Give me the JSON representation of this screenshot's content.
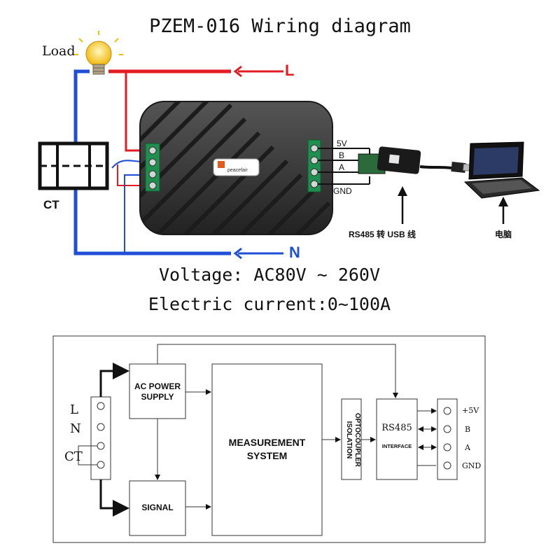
{
  "title": "PZEM-016 Wiring diagram",
  "load_label": "Load",
  "line_label": "L",
  "neutral_label": "N",
  "ct_label": "CT",
  "device_brand": "peacefair",
  "rs485_wires": [
    "5V",
    "B",
    "A",
    "GND"
  ],
  "converter_label": "RS485 转 USB 线",
  "computer_label": "电脑",
  "voltage_text": "Voltage: AC80V ~ 260V",
  "current_text": "Electric current:0~100A",
  "block_diagram": {
    "left_terminals": [
      "L",
      "N",
      "CT"
    ],
    "ac_power_supply": [
      "AC POWER",
      "SUPPLY"
    ],
    "signal": "SIGNAL",
    "measurement_system": [
      "MEASUREMENT",
      "SYSTEM"
    ],
    "optocoupler_isolation": [
      "OPTOCOUPLER",
      "ISOLATION"
    ],
    "rs485_interface": [
      "RS485",
      "INTERFACE"
    ],
    "right_terminals": [
      "+5V",
      "B",
      "A",
      "GND"
    ]
  },
  "colors": {
    "line_wire": "#e31b23",
    "neutral_wire": "#1f4fd6",
    "device_body": "#3a3a3a",
    "terminal_green": "#1e8f4e"
  }
}
